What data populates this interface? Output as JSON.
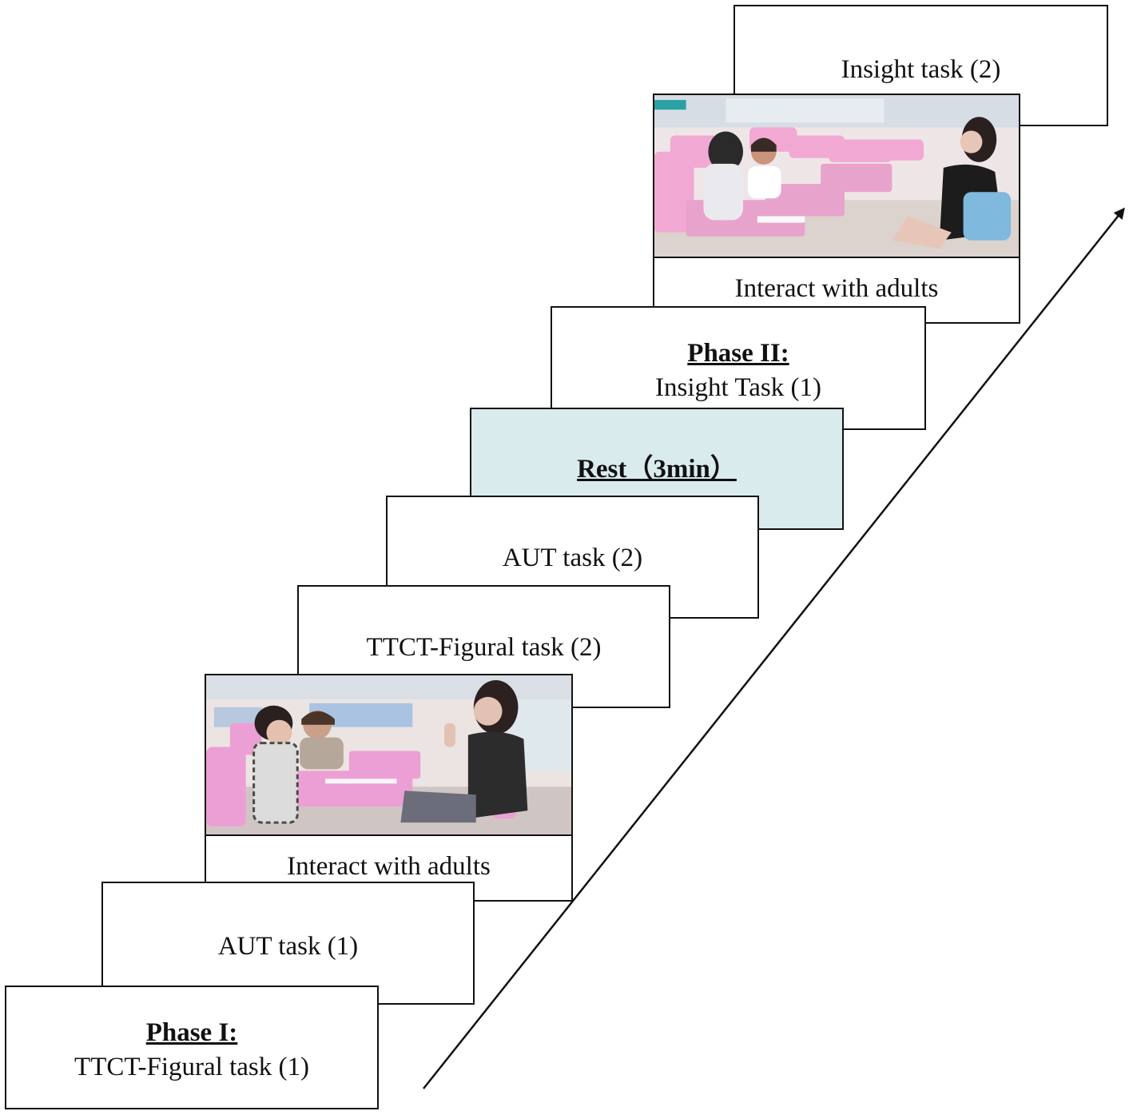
{
  "steps": {
    "s1": {
      "phase": "Phase I:",
      "label": "TTCT-Figural  task (1)"
    },
    "s2": {
      "label": "AUT task (1)"
    },
    "s3": {
      "label": "Interact with adults"
    },
    "s4": {
      "label": "TTCT-Figural  task (2)"
    },
    "s5": {
      "label": "AUT task (2)"
    },
    "s6": {
      "label": "Rest（3min）"
    },
    "s7": {
      "phase": "Phase II:",
      "label": "Insight Task  (1)"
    },
    "s8": {
      "label": "Interact with adults"
    },
    "s9": {
      "label": "Insight task (2)"
    }
  },
  "colors": {
    "rest_fill": "#daebed",
    "line": "#111111"
  }
}
